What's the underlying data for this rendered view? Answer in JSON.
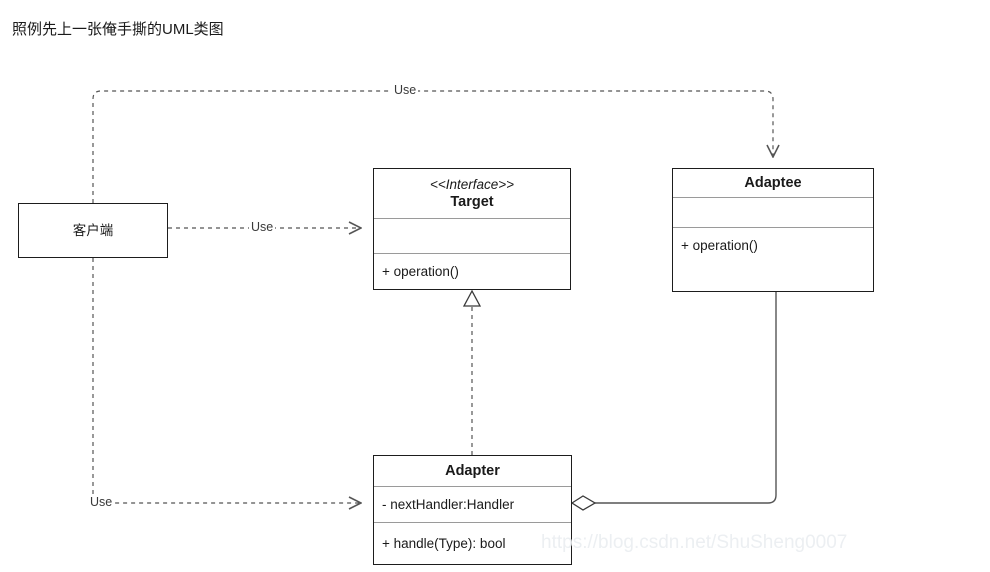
{
  "caption": "照例先上一张俺手撕的UML类图",
  "watermark": "https://blog.csdn.net/ShuSheng0007",
  "diagram": {
    "type": "uml-class-diagram",
    "classes": [
      {
        "id": "client",
        "name": "客户端",
        "style": "plain",
        "attributes": [],
        "operations": []
      },
      {
        "id": "target",
        "stereotype": "<<Interface>>",
        "name": "Target",
        "style": "interface",
        "attributes": [],
        "operations": [
          "+ operation()"
        ]
      },
      {
        "id": "adaptee",
        "name": "Adaptee",
        "style": "class",
        "attributes": [],
        "operations": [
          "+ operation()"
        ]
      },
      {
        "id": "adapter",
        "name": "Adapter",
        "style": "class",
        "attributes": [
          "- nextHandler:Handler"
        ],
        "operations": [
          "+ handle(Type): bool"
        ]
      }
    ],
    "relations": [
      {
        "id": "client-uses-target",
        "from": "client",
        "to": "target",
        "kind": "dependency",
        "label": "Use",
        "line": "dashed",
        "arrow": "open"
      },
      {
        "id": "client-uses-adaptee",
        "from": "client",
        "to": "adaptee",
        "kind": "dependency",
        "label": "Use",
        "line": "dashed",
        "arrow": "open"
      },
      {
        "id": "client-uses-adapter",
        "from": "client",
        "to": "adapter",
        "kind": "dependency",
        "label": "Use",
        "line": "dashed",
        "arrow": "open"
      },
      {
        "id": "adapter-realizes-target",
        "from": "adapter",
        "to": "target",
        "kind": "realization",
        "label": "",
        "line": "dashed",
        "arrow": "hollow-triangle"
      },
      {
        "id": "adapter-aggregates-adaptee",
        "from": "adapter",
        "to": "adaptee",
        "kind": "aggregation",
        "label": "",
        "line": "solid",
        "arrow": "hollow-diamond"
      }
    ]
  },
  "colors": {
    "stroke": "#1d1d1d",
    "divider": "#9a9a9a",
    "connector": "#555555",
    "text": "#1a1a1a",
    "background": "#ffffff",
    "watermark": "#eceff2"
  }
}
